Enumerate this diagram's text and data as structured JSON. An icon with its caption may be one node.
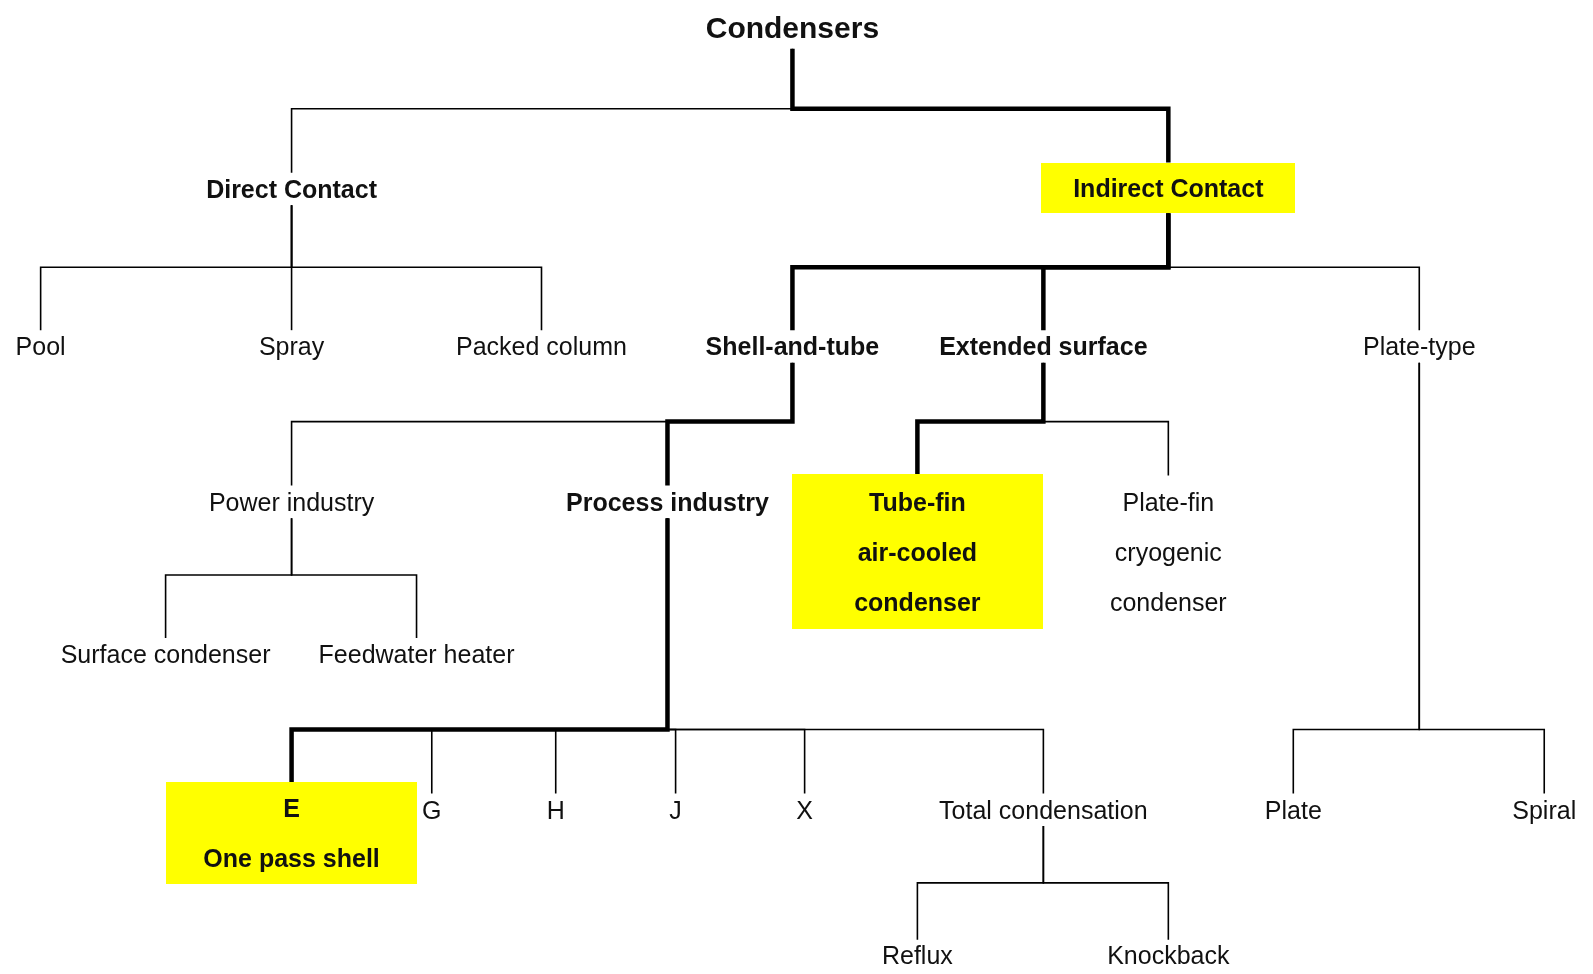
{
  "diagram": {
    "nodes": [
      {
        "text": [
          "Condensers"
        ]
      },
      {
        "text": [
          "Direct Contact"
        ]
      },
      {
        "text": [
          "Indirect Contact"
        ]
      },
      {
        "text": [
          "Pool"
        ]
      },
      {
        "text": [
          "Spray"
        ]
      },
      {
        "text": [
          "Packed column"
        ]
      },
      {
        "text": [
          "Shell-and-tube"
        ]
      },
      {
        "text": [
          "Extended surface"
        ]
      },
      {
        "text": [
          "Plate-type"
        ]
      },
      {
        "text": [
          "Power industry"
        ]
      },
      {
        "text": [
          "Process industry"
        ]
      },
      {
        "text": [
          "Tube-fin air-cooled condenser"
        ]
      },
      {
        "text": [
          "Plate-fin cryogenic condenser"
        ]
      },
      {
        "text": [
          "Surface condenser"
        ]
      },
      {
        "text": [
          "Feedwater heater"
        ]
      },
      {
        "text": [
          "E",
          "One pass shell"
        ]
      },
      {
        "text": [
          "G"
        ]
      },
      {
        "text": [
          "H"
        ]
      },
      {
        "text": [
          "J"
        ]
      },
      {
        "text": [
          "X"
        ]
      },
      {
        "text": [
          "Total condensation"
        ]
      },
      {
        "text": [
          "Plate"
        ]
      },
      {
        "text": [
          "Spiral"
        ]
      },
      {
        "text": [
          "Reflux"
        ]
      },
      {
        "text": [
          "Knockback"
        ]
      }
    ],
    "edges": [
      {
        "from": 0,
        "to": 1,
        "arrow": "none"
      },
      {
        "from": 0,
        "to": 2,
        "arrow": "none",
        "style": "thick"
      },
      {
        "from": 1,
        "to": 3,
        "arrow": "none"
      },
      {
        "from": 1,
        "to": 4,
        "arrow": "none"
      },
      {
        "from": 1,
        "to": 5,
        "arrow": "none"
      },
      {
        "from": 2,
        "to": 6,
        "arrow": "none",
        "style": "thick"
      },
      {
        "from": 2,
        "to": 7,
        "arrow": "none",
        "style": "thick"
      },
      {
        "from": 2,
        "to": 8,
        "arrow": "none"
      },
      {
        "from": 6,
        "to": 9,
        "arrow": "none"
      },
      {
        "from": 6,
        "to": 10,
        "arrow": "none",
        "style": "thick"
      },
      {
        "from": 7,
        "to": 11,
        "arrow": "none",
        "style": "thick"
      },
      {
        "from": 7,
        "to": 12,
        "arrow": "none"
      },
      {
        "from": 9,
        "to": 13,
        "arrow": "none"
      },
      {
        "from": 9,
        "to": 14,
        "arrow": "none"
      },
      {
        "from": 10,
        "to": 15,
        "arrow": "none",
        "style": "thick"
      },
      {
        "from": 10,
        "to": 16,
        "arrow": "none"
      },
      {
        "from": 10,
        "to": 17,
        "arrow": "none"
      },
      {
        "from": 10,
        "to": 18,
        "arrow": "none"
      },
      {
        "from": 10,
        "to": 19,
        "arrow": "none"
      },
      {
        "from": 10,
        "to": 20,
        "arrow": "none"
      },
      {
        "from": 8,
        "to": 21,
        "arrow": "none"
      },
      {
        "from": 8,
        "to": 22,
        "arrow": "none"
      },
      {
        "from": 20,
        "to": 23,
        "arrow": "none"
      },
      {
        "from": 20,
        "to": 24,
        "arrow": "none"
      }
    ]
  }
}
